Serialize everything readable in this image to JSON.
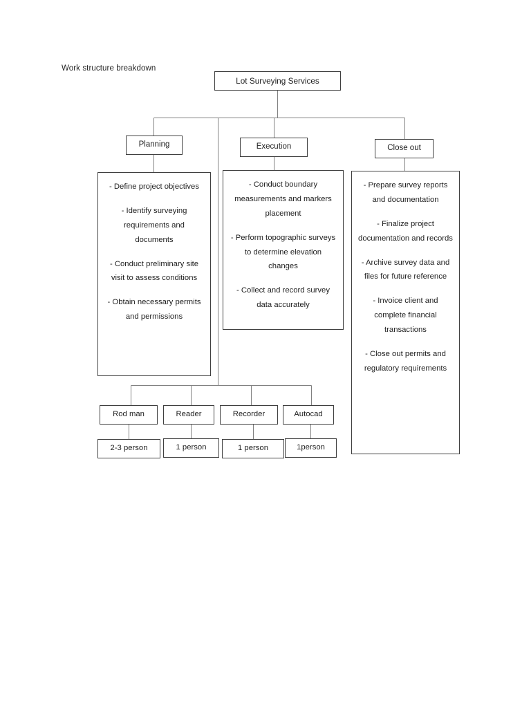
{
  "diagram": {
    "title": "Work structure breakdown",
    "root": {
      "label": "Lot Surveying Services"
    },
    "phases": [
      {
        "label": "Planning"
      },
      {
        "label": "Execution"
      },
      {
        "label": "Close out"
      }
    ],
    "details": {
      "planning": [
        "- Define project objectives",
        "- Identify surveying requirements and documents",
        "- Conduct preliminary site visit to assess conditions",
        "- Obtain necessary permits and permissions"
      ],
      "execution": [
        "- Conduct boundary measurements and markers placement",
        "- Perform topographic surveys to determine elevation changes",
        "- Collect and record survey data accurately"
      ],
      "closeout": [
        "- Prepare survey reports and documentation",
        "- Finalize project documentation and records",
        "- Archive survey data and files for future reference",
        "- Invoice client and complete financial transactions",
        "- Close out permits and regulatory requirements"
      ]
    },
    "crew": [
      {
        "role": "Rod man",
        "count": "2-3 person"
      },
      {
        "role": "Reader",
        "count": "1 person"
      },
      {
        "role": "Recorder",
        "count": "1 person"
      },
      {
        "role": "Autocad",
        "count": "1person"
      }
    ],
    "colors": {
      "box_border": "#3f3f3f",
      "connector": "#808080",
      "background": "#ffffff",
      "text": "#1f1f1f"
    }
  }
}
